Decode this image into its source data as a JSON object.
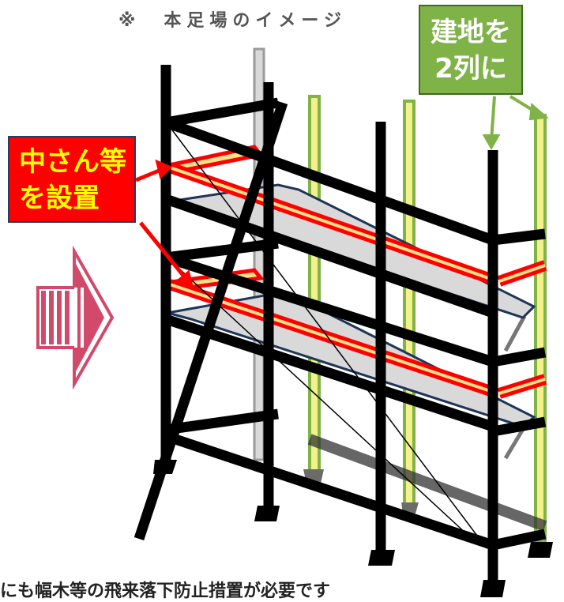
{
  "title": "※　本足場のイメージ",
  "callout_green": {
    "line1": "建地を",
    "line2": "2列に"
  },
  "callout_red": {
    "line1": "中さん等",
    "line2": "を設置"
  },
  "bottom_note": "にも幅木等の飛来落下防止措置が必要です",
  "colors": {
    "pipe": "#000000",
    "pipe_outline": "#555555",
    "upright_green": "#7fb347",
    "upright_inner": "#f4f18c",
    "mid_rail": "#ff0000",
    "mid_rail_inner": "#ffe08a",
    "deck": "#d9d9d9",
    "deck_border": "#1f3557",
    "arrow": "#d14a6a",
    "callout_green": "#7fb347",
    "callout_red": "#ff0000",
    "callout_red_text": "#ffff00",
    "callout_green_text": "#ffffff"
  },
  "icons": {
    "direction": "right-arrow-icon"
  }
}
